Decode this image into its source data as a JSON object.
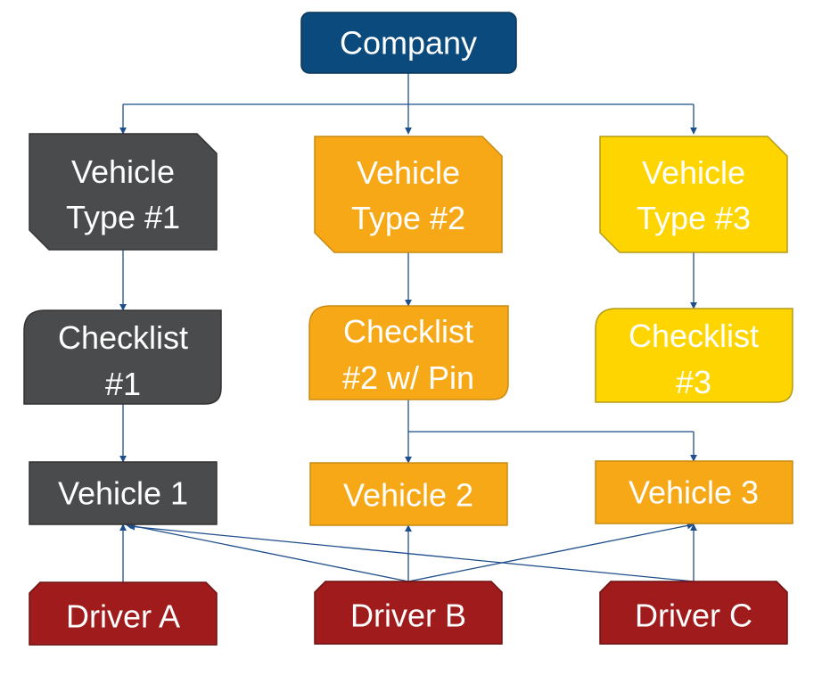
{
  "colors": {
    "company": "#0b4a7c",
    "type1": "#4a4b4d",
    "type2": "#f7a817",
    "type3": "#ffd500",
    "driver": "#a01c1c",
    "edge": "#1f4e8c"
  },
  "nodes": {
    "company": "Company",
    "vehicle_type_1": [
      "Vehicle",
      "Type #1"
    ],
    "vehicle_type_2": [
      "Vehicle",
      "Type #2"
    ],
    "vehicle_type_3": [
      "Vehicle",
      "Type #3"
    ],
    "checklist_1": [
      "Checklist",
      "#1"
    ],
    "checklist_2": [
      "Checklist",
      "#2 w/ Pin"
    ],
    "checklist_3": [
      "Checklist",
      "#3"
    ],
    "vehicle_1": "Vehicle 1",
    "vehicle_2": "Vehicle 2",
    "vehicle_3": "Vehicle 3",
    "driver_a": "Driver A",
    "driver_b": "Driver B",
    "driver_c": "Driver C"
  }
}
